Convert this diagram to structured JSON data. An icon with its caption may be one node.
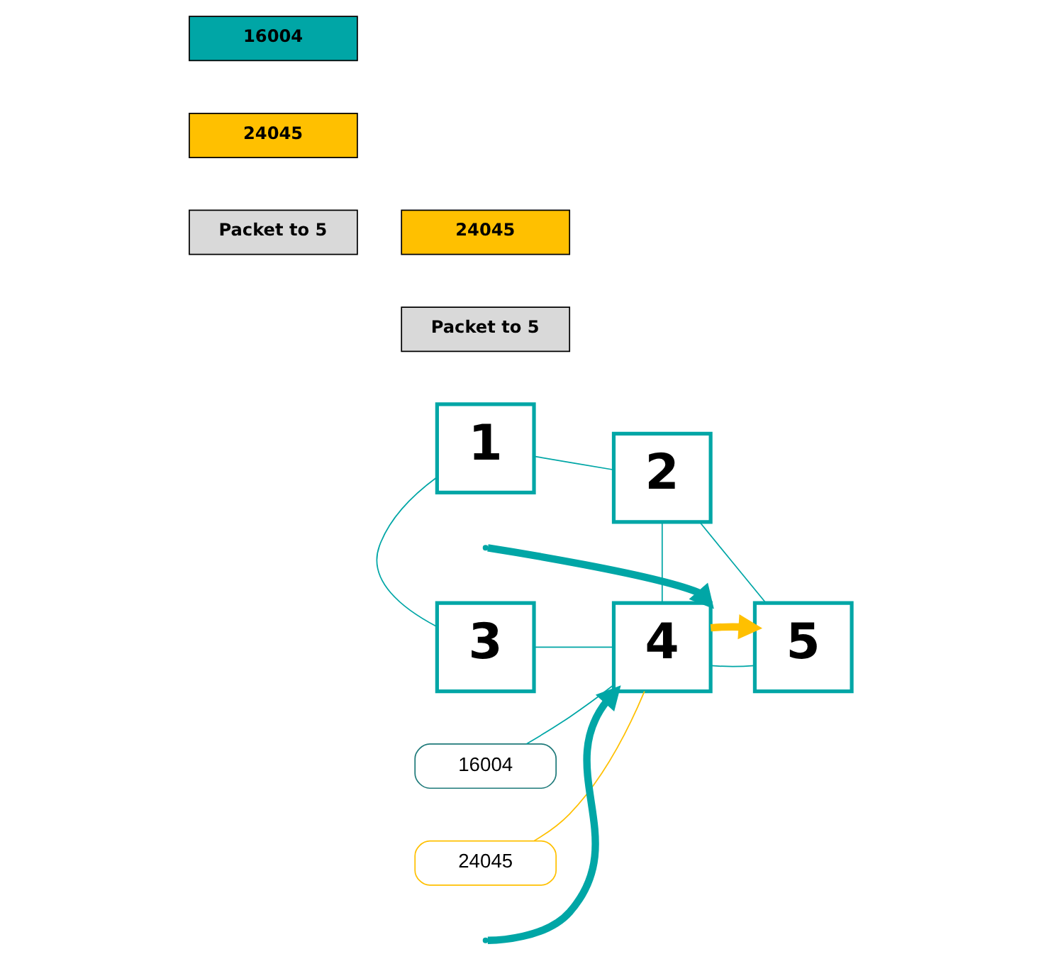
{
  "diagram": {
    "nodes": [
      {
        "text": [
          "16004"
        ]
      },
      {
        "text": [
          "24045"
        ]
      },
      {
        "text": [
          "Packet to 5"
        ]
      },
      {
        "text": [
          "1"
        ]
      },
      {
        "text": [
          "2"
        ]
      },
      {
        "text": [
          "5"
        ]
      },
      {
        "text": [
          "24045"
        ]
      },
      {
        "text": [
          "Packet to 5"
        ]
      },
      {
        "text": [
          "3"
        ]
      },
      {
        "text": [
          "4"
        ]
      },
      {
        "text": [
          "16004"
        ]
      },
      {
        "text": [
          "24045"
        ]
      }
    ],
    "edges": [
      {
        "from": 3,
        "to": 4,
        "arrow": "none"
      },
      {
        "from": 3,
        "to": 8,
        "arrow": "none"
      },
      {
        "from": 4,
        "to": 9,
        "arrow": "none"
      },
      {
        "from": 8,
        "to": 9,
        "arrow": "none"
      },
      {
        "from": 4,
        "to": 5,
        "arrow": "none"
      },
      {
        "from": 9,
        "to": 5,
        "arrow": "none"
      },
      {
        "from": null,
        "to": 9,
        "arrow": "to",
        "style": "thick"
      },
      {
        "from": null,
        "to": 9,
        "arrow": "to",
        "style": "thick"
      },
      {
        "from": 9,
        "to": 5,
        "arrow": "to",
        "style": "thick",
        "color": "#ffc000"
      },
      {
        "from": 10,
        "to": 9,
        "arrow": "none"
      },
      {
        "from": 11,
        "to": 9,
        "arrow": "none",
        "color": "#ffc000"
      }
    ]
  }
}
